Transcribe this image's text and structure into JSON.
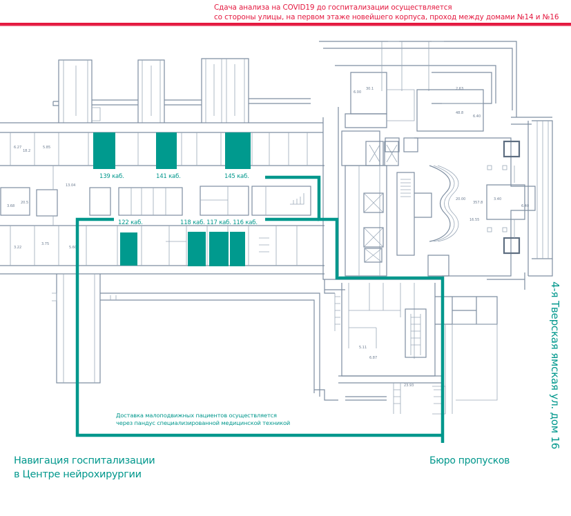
{
  "header": {
    "covid_note_line1": "Сдача анализа на COVID19 до госпитализации осуществляется",
    "covid_note_line2": "со стороны улицы, на первом этаже новейшего корпуса, проход между домами №14 и №16",
    "accent_color": "#e4173e"
  },
  "map": {
    "route_color": "#00978c",
    "highlighted_rooms": {
      "upper_row": [
        {
          "label": "139 каб."
        },
        {
          "label": "141 каб."
        },
        {
          "label": "145 каб."
        }
      ],
      "lower_row": [
        {
          "label": "122 каб."
        },
        {
          "label": "118 каб. 117 каб. 116 каб."
        }
      ]
    },
    "ramp_note_line1": "Доставка малоподвижных пациентов осуществляется",
    "ramp_note_line2": "через пандус специализированной медицинской техникой",
    "pass_office_label": "Бюро пропусков",
    "street_label": "4-я Тверская ямская ул. дом 16"
  },
  "footer": {
    "title_line1": "Навигация госпитализации",
    "title_line2": "в Центре нейрохирургии"
  }
}
